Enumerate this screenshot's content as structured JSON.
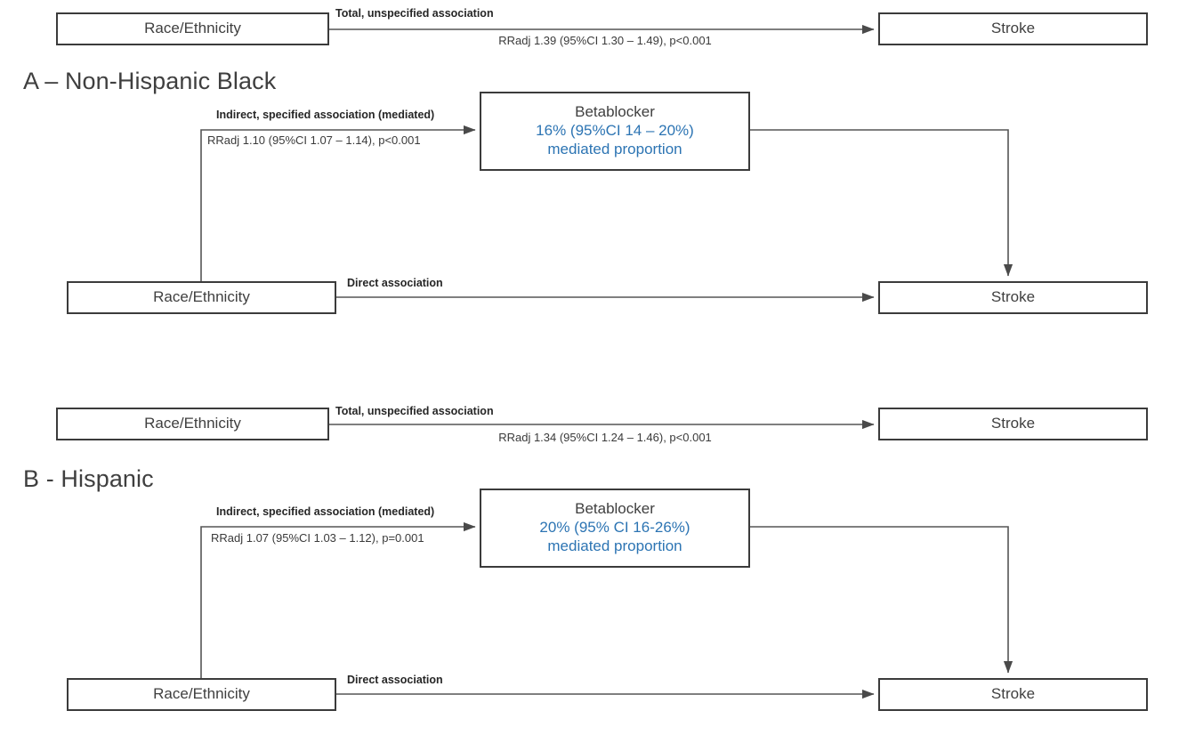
{
  "figure": {
    "type": "mediation-path-diagram",
    "node_labels": {
      "exposure": "Race/Ethnicity",
      "mediator": "Betablocker",
      "outcome": "Stroke",
      "mediated_caption": "mediated proportion"
    },
    "edge_labels": {
      "total": "Total, unspecified association",
      "indirect": "Indirect, specified association (mediated)",
      "direct": "Direct association"
    },
    "accent_color": "#2c74b3",
    "line_color": "#3b3b3b"
  },
  "panels": [
    {
      "id": "A",
      "title": "A – Non-Hispanic Black",
      "total_row": {
        "exposure": "Race/Ethnicity",
        "outcome": "Stroke",
        "edge_label": "Total, unspecified association",
        "estimate": "RRadj 1.39 (95%CI 1.30 – 1.49), p<0.001"
      },
      "mediation_rows": {
        "exposure": "Race/Ethnicity",
        "outcome": "Stroke",
        "mediator_title": "Betablocker",
        "mediator_percent": "16% (95%CI 14 – 20%)",
        "mediator_caption": "mediated proportion",
        "indirect_label": "Indirect, specified association (mediated)",
        "indirect_estimate": "RRadj 1.10 (95%CI 1.07 – 1.14), p<0.001",
        "direct_label": "Direct association"
      }
    },
    {
      "id": "B",
      "title": "B - Hispanic",
      "total_row": {
        "exposure": "Race/Ethnicity",
        "outcome": "Stroke",
        "edge_label": "Total, unspecified association",
        "estimate": "RRadj 1.34 (95%CI 1.24 – 1.46), p<0.001"
      },
      "mediation_rows": {
        "exposure": "Race/Ethnicity",
        "outcome": "Stroke",
        "mediator_title": "Betablocker",
        "mediator_percent": "20% (95% CI 16-26%)",
        "mediator_caption": "mediated proportion",
        "indirect_label": "Indirect, specified association (mediated)",
        "indirect_estimate": "RRadj 1.07 (95%CI 1.03 – 1.12), p=0.001",
        "direct_label": "Direct association"
      }
    }
  ]
}
